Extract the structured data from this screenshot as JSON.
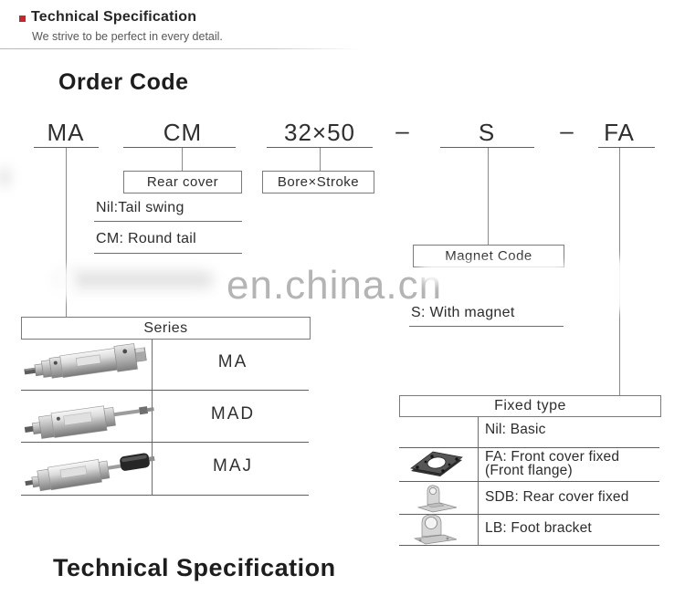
{
  "header": {
    "title": "Technical Specification",
    "subtitle": "We strive to be perfect in every detail.",
    "accent_color": "#c9252c"
  },
  "order_code": {
    "heading": "Order Code",
    "segments": {
      "series_code": "MA",
      "rear_cover_code": "CM",
      "bore_stroke_code": "32×50",
      "magnet_code": "S",
      "fixed_type_code": "FA"
    },
    "separator": "–",
    "rear_cover": {
      "box_label": "Rear cover",
      "options": [
        "Nil:Tail swing",
        "CM: Round tail"
      ]
    },
    "bore_stroke": {
      "box_label": "Bore×Stroke"
    },
    "magnet": {
      "box_label": "Magnet Code",
      "option": "S: With magnet"
    },
    "series": {
      "box_label": "Series",
      "rows": [
        {
          "model": "MA",
          "image": "ma-cylinder-photo"
        },
        {
          "model": "MAD",
          "image": "mad-cylinder-photo"
        },
        {
          "model": "MAJ",
          "image": "maj-cylinder-photo"
        }
      ]
    },
    "fixed_type": {
      "box_label": "Fixed type",
      "rows": [
        {
          "label": "Nil: Basic",
          "icon": ""
        },
        {
          "label": "FA: Front cover fixed",
          "label_line2": "(Front flange)",
          "icon": "front-flange-icon"
        },
        {
          "label": "SDB: Rear cover fixed",
          "icon": "rear-bracket-icon"
        },
        {
          "label": "LB: Foot bracket",
          "icon": "foot-bracket-icon"
        }
      ]
    }
  },
  "watermark": {
    "text": "en.china.cn",
    "color": "#a8a8a8"
  },
  "footer": {
    "heading": "Technical Specification"
  }
}
